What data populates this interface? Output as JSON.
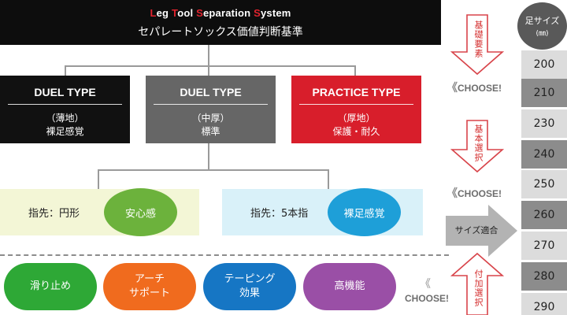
{
  "header": {
    "title_caps": [
      "L",
      "T",
      "S",
      "S"
    ],
    "title_rest": [
      "eg ",
      "ool ",
      "eparation ",
      "ystem"
    ],
    "subtitle": "セパレートソックス価値判断基準"
  },
  "types": [
    {
      "title": "DUEL TYPE",
      "sub1": "（薄地）",
      "sub2": "裸足感覚",
      "color": "#111111"
    },
    {
      "title": "DUEL TYPE",
      "sub1": "（中厚）",
      "sub2": "標準",
      "color": "#666666"
    },
    {
      "title": "PRACTICE TYPE",
      "sub1": "（厚地）",
      "sub2": "保護・耐久",
      "color": "#d81e2b"
    }
  ],
  "toes": [
    {
      "label": "指先：円形",
      "badge": "安心感",
      "band_color": "#f3f6d6",
      "badge_color": "#6cb23c"
    },
    {
      "label": "指先：5本指",
      "badge": "裸足感覚",
      "band_color": "#d9f1f9",
      "badge_color": "#1e9fd8"
    }
  ],
  "options": [
    {
      "line1": "滑り止め",
      "line2": "",
      "color": "#2ea836"
    },
    {
      "line1": "アーチ",
      "line2": "サポート",
      "color": "#f06b1e"
    },
    {
      "line1": "テーピング",
      "line2": "効果",
      "color": "#1676c4"
    },
    {
      "line1": "高機能",
      "line2": "",
      "color": "#9a4fa6"
    }
  ],
  "choose_label": "CHOOSE!",
  "choose_chevrons": "《",
  "arrows": {
    "a1": "基礎要素",
    "a2": "基本選択",
    "a3": "付加選択"
  },
  "fit_label": "サイズ適合",
  "size_header": {
    "line1": "足サイズ",
    "line2": "(㎜)"
  },
  "sizes": [
    "200",
    "210",
    "230",
    "240",
    "250",
    "260",
    "270",
    "280",
    "290"
  ]
}
